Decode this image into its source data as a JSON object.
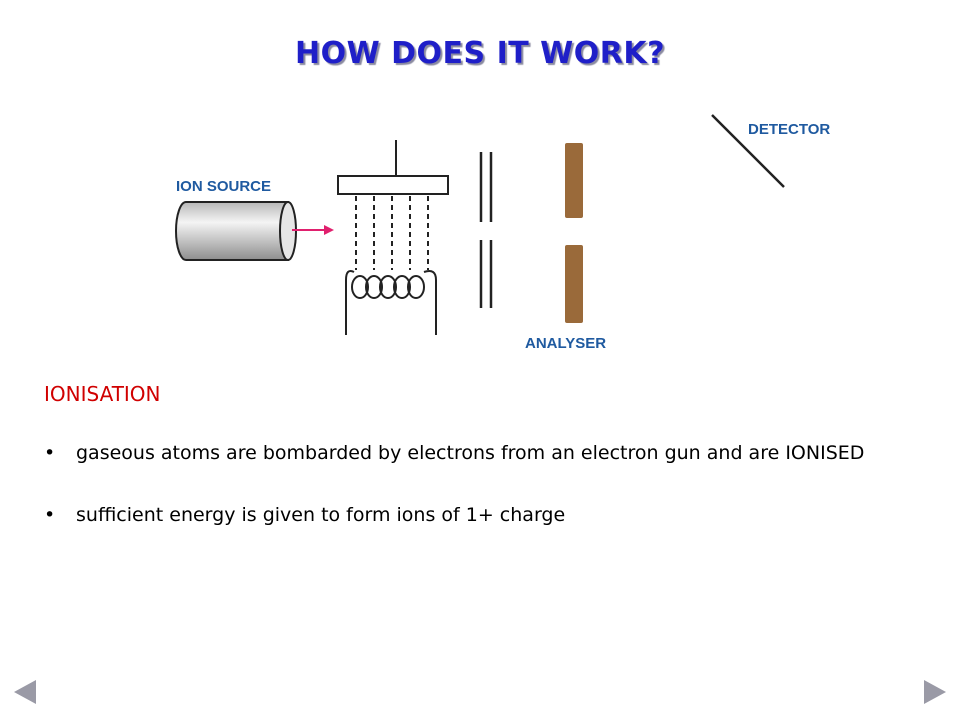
{
  "slide": {
    "title": "HOW DOES IT WORK?",
    "section_heading": "IONISATION",
    "bullets": [
      {
        "symbol": "•",
        "text": "gaseous atoms are bombarded by electrons from an electron gun and are IONISED"
      },
      {
        "symbol": "•",
        "text": "sufficient energy is given to form ions of 1+ charge"
      }
    ]
  },
  "diagram": {
    "labels": {
      "ion_source": "ION SOURCE",
      "analyser": "ANALYSER",
      "detector": "DETECTOR"
    }
  },
  "colors": {
    "title": "#1f1fc8",
    "heading": "#d00000",
    "label": "#1f5aa0",
    "analyser_plate": "#9a6a3a",
    "arrow": "#e0206e"
  },
  "navigation": {
    "prev_icon": "triangle-left-icon",
    "next_icon": "triangle-right-icon"
  }
}
